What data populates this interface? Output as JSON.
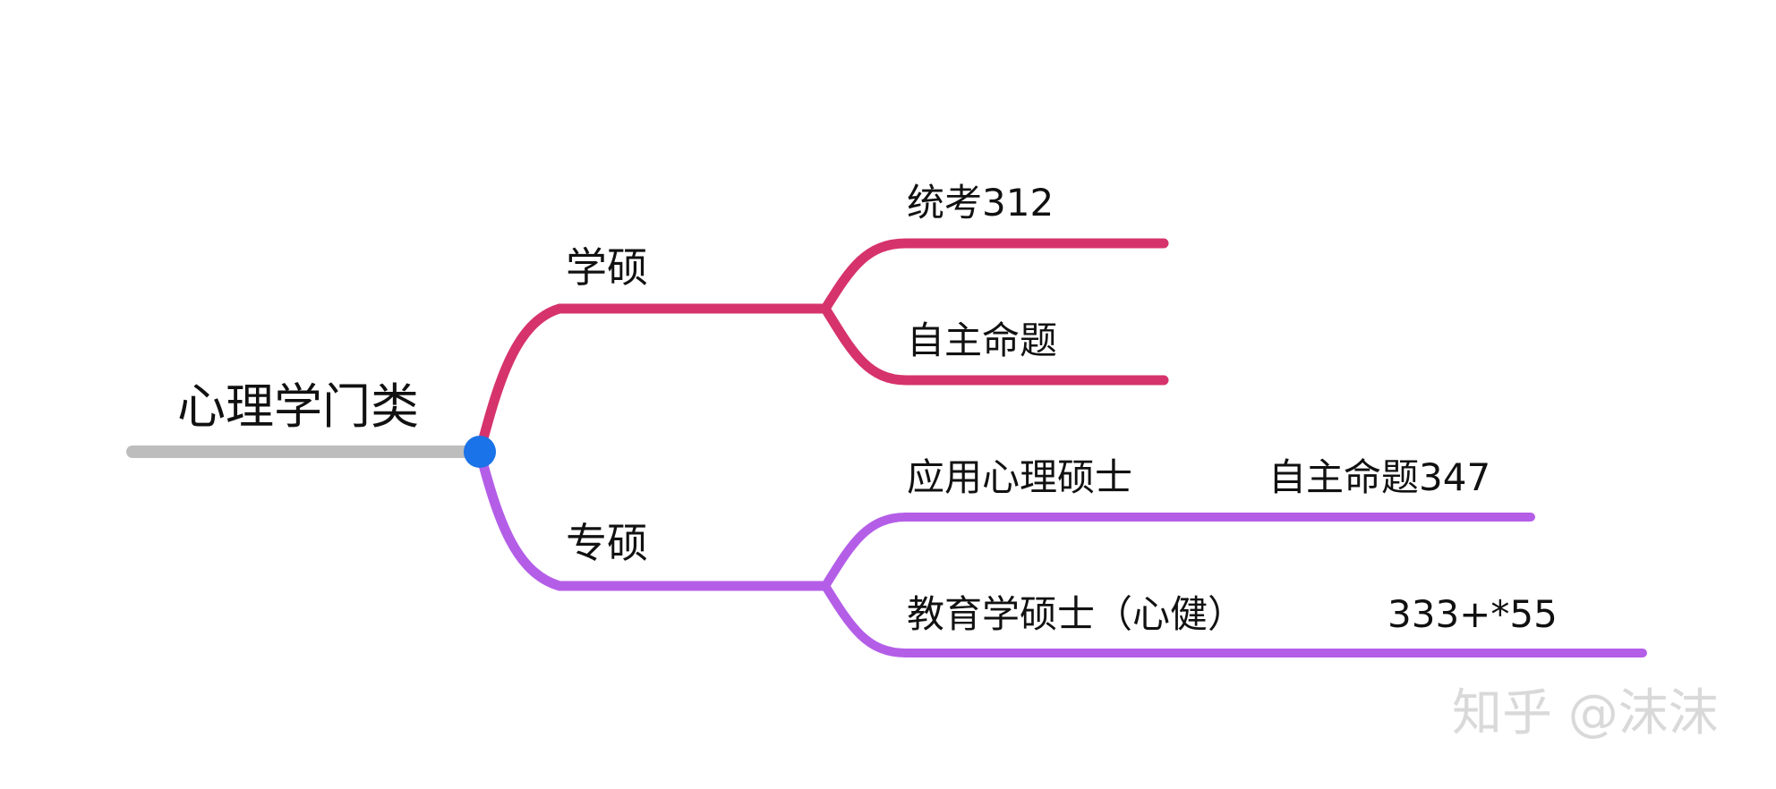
{
  "root": {
    "label": "心理学门类",
    "branches": [
      {
        "label": "学硕",
        "color": "#d6336c",
        "children": [
          {
            "label": "统考312"
          },
          {
            "label": "自主命题"
          }
        ]
      },
      {
        "label": "专硕",
        "color": "#b45ee8",
        "children": [
          {
            "label": "应用心理硕士",
            "note": "自主命题347"
          },
          {
            "label": "教育学硕士（心健）",
            "note": "333+*55"
          }
        ]
      }
    ]
  },
  "colors": {
    "root_line": "#bdbdbd",
    "center_node": "#1a73e8"
  },
  "watermark": "知乎 @沫沫"
}
